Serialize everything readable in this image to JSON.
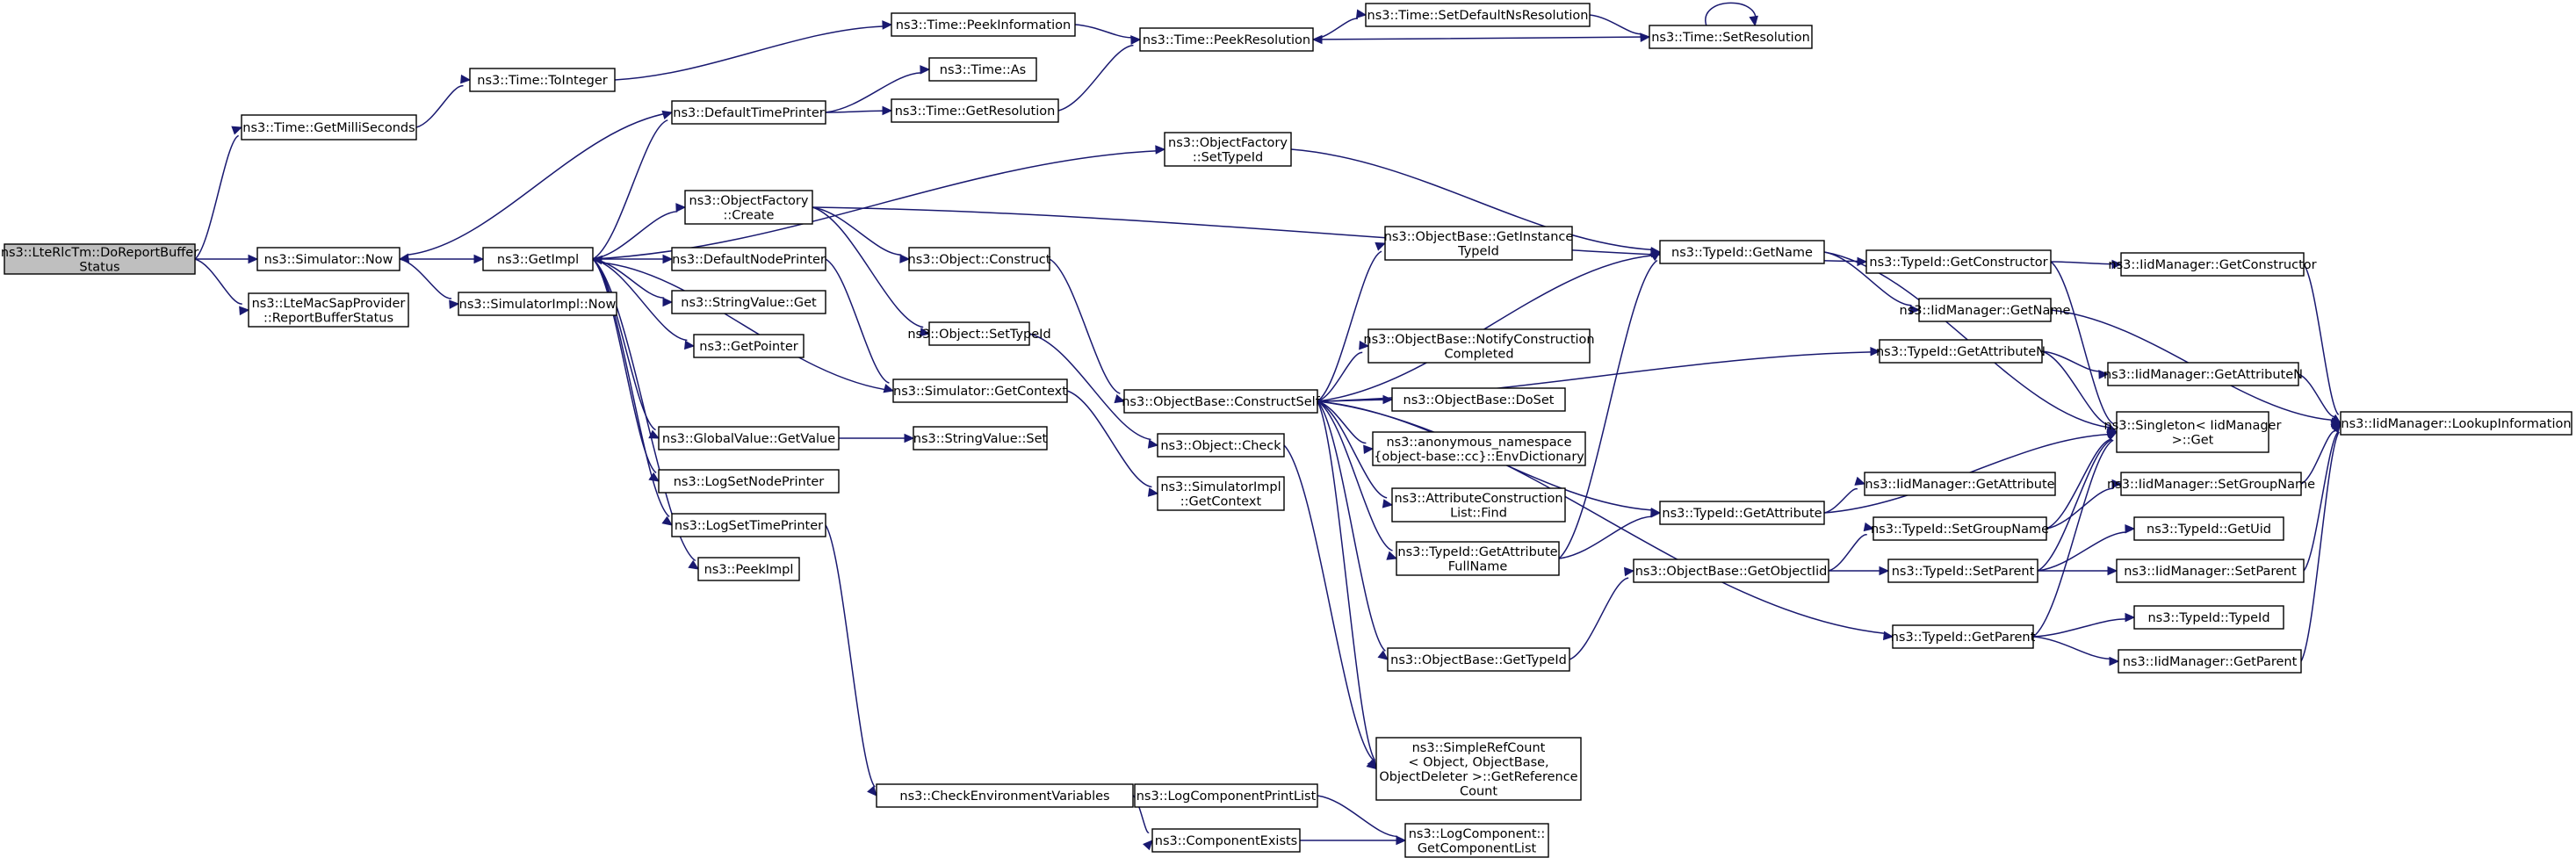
{
  "diagram": {
    "nodes": [
      {
        "id": "root",
        "lines": [
          "ns3::LteRlcTm::DoReportBuffer",
          "Status"
        ]
      },
      {
        "id": "getms",
        "lines": [
          "ns3::Time::GetMilliSeconds"
        ]
      },
      {
        "id": "now",
        "lines": [
          "ns3::Simulator::Now"
        ]
      },
      {
        "id": "reportbuf",
        "lines": [
          "ns3::LteMacSapProvider",
          "::ReportBufferStatus"
        ]
      },
      {
        "id": "toint",
        "lines": [
          "ns3::Time::ToInteger"
        ]
      },
      {
        "id": "peekinfo",
        "lines": [
          "ns3::Time::PeekInformation"
        ]
      },
      {
        "id": "peekres",
        "lines": [
          "ns3::Time::PeekResolution"
        ]
      },
      {
        "id": "setdef",
        "lines": [
          "ns3::Time::SetDefaultNsResolution"
        ]
      },
      {
        "id": "setres",
        "lines": [
          "ns3::Time::SetResolution"
        ]
      },
      {
        "id": "as",
        "lines": [
          "ns3::Time::As"
        ]
      },
      {
        "id": "dtp",
        "lines": [
          "ns3::DefaultTimePrinter"
        ]
      },
      {
        "id": "getres",
        "lines": [
          "ns3::Time::GetResolution"
        ]
      },
      {
        "id": "getimpl",
        "lines": [
          "ns3::GetImpl"
        ]
      },
      {
        "id": "simimplnow",
        "lines": [
          "ns3::SimulatorImpl::Now"
        ]
      },
      {
        "id": "ofcreate",
        "lines": [
          "ns3::ObjectFactory",
          "::Create"
        ]
      },
      {
        "id": "ofsettid",
        "lines": [
          "ns3::ObjectFactory",
          "::SetTypeId"
        ]
      },
      {
        "id": "dnp",
        "lines": [
          "ns3::DefaultNodePrinter"
        ]
      },
      {
        "id": "svget",
        "lines": [
          "ns3::StringValue::Get"
        ]
      },
      {
        "id": "getptr",
        "lines": [
          "ns3::GetPointer"
        ]
      },
      {
        "id": "simgetctx",
        "lines": [
          "ns3::Simulator::GetContext"
        ]
      },
      {
        "id": "gvget",
        "lines": [
          "ns3::GlobalValue::GetValue"
        ]
      },
      {
        "id": "svset",
        "lines": [
          "ns3::StringValue::Set"
        ]
      },
      {
        "id": "lsnp",
        "lines": [
          "ns3::LogSetNodePrinter"
        ]
      },
      {
        "id": "lstp",
        "lines": [
          "ns3::LogSetTimePrinter"
        ]
      },
      {
        "id": "peekimpl",
        "lines": [
          "ns3::PeekImpl"
        ]
      },
      {
        "id": "objconstruct",
        "lines": [
          "ns3::Object::Construct"
        ]
      },
      {
        "id": "objsettid",
        "lines": [
          "ns3::Object::SetTypeId"
        ]
      },
      {
        "id": "obconstructself",
        "lines": [
          "ns3::ObjectBase::ConstructSelf"
        ]
      },
      {
        "id": "objcheck",
        "lines": [
          "ns3::Object::Check"
        ]
      },
      {
        "id": "simimplgetctx",
        "lines": [
          "ns3::SimulatorImpl",
          "::GetContext"
        ]
      },
      {
        "id": "obgetinst",
        "lines": [
          "ns3::ObjectBase::GetInstance",
          "TypeId"
        ]
      },
      {
        "id": "obnotify",
        "lines": [
          "ns3::ObjectBase::NotifyConstruction",
          "Completed"
        ]
      },
      {
        "id": "obdoset",
        "lines": [
          "ns3::ObjectBase::DoSet"
        ]
      },
      {
        "id": "anonenv",
        "lines": [
          "ns3::anonymous_namespace",
          "{object-base::cc}::EnvDictionary"
        ]
      },
      {
        "id": "acfind",
        "lines": [
          "ns3::AttributeConstruction",
          "List::Find"
        ]
      },
      {
        "id": "tidgetattrfull",
        "lines": [
          "ns3::TypeId::GetAttribute",
          "FullName"
        ]
      },
      {
        "id": "obgettid",
        "lines": [
          "ns3::ObjectBase::GetTypeId"
        ]
      },
      {
        "id": "simplerefcount",
        "lines": [
          "ns3::SimpleRefCount",
          "< Object, ObjectBase,",
          "ObjectDeleter >::GetReference",
          "Count"
        ]
      },
      {
        "id": "cev",
        "lines": [
          "ns3::CheckEnvironmentVariables"
        ]
      },
      {
        "id": "lcpl",
        "lines": [
          "ns3::LogComponentPrintList"
        ]
      },
      {
        "id": "compexists",
        "lines": [
          "ns3::ComponentExists"
        ]
      },
      {
        "id": "lcgcl",
        "lines": [
          "ns3::LogComponent::",
          "GetComponentList"
        ]
      },
      {
        "id": "tidgetname",
        "lines": [
          "ns3::TypeId::GetName"
        ]
      },
      {
        "id": "tidgetattr",
        "lines": [
          "ns3::TypeId::GetAttribute"
        ]
      },
      {
        "id": "obgetobjtid",
        "lines": [
          "ns3::ObjectBase::GetObjectIid"
        ]
      },
      {
        "id": "tidgetctor",
        "lines": [
          "ns3::TypeId::GetConstructor"
        ]
      },
      {
        "id": "iidgetname",
        "lines": [
          "ns3::IidManager::GetName"
        ]
      },
      {
        "id": "tidgetattrn",
        "lines": [
          "ns3::TypeId::GetAttributeN"
        ]
      },
      {
        "id": "iidgetattr",
        "lines": [
          "ns3::IidManager::GetAttribute"
        ]
      },
      {
        "id": "tidsetgn",
        "lines": [
          "ns3::TypeId::SetGroupName"
        ]
      },
      {
        "id": "tidsetparent",
        "lines": [
          "ns3::TypeId::SetParent"
        ]
      },
      {
        "id": "tidgetparent",
        "lines": [
          "ns3::TypeId::GetParent"
        ]
      },
      {
        "id": "singleton",
        "lines": [
          "ns3::Singleton< IidManager",
          ">::Get"
        ]
      },
      {
        "id": "iidgetctor",
        "lines": [
          "ns3::IidManager::GetConstructor"
        ]
      },
      {
        "id": "iidgetattrn",
        "lines": [
          "ns3::IidManager::GetAttributeN"
        ]
      },
      {
        "id": "iidsetgn",
        "lines": [
          "ns3::IidManager::SetGroupName"
        ]
      },
      {
        "id": "tidgetuid",
        "lines": [
          "ns3::TypeId::GetUid"
        ]
      },
      {
        "id": "iidsetparent",
        "lines": [
          "ns3::IidManager::SetParent"
        ]
      },
      {
        "id": "tidtypeid",
        "lines": [
          "ns3::TypeId::TypeId"
        ]
      },
      {
        "id": "iidgetparent",
        "lines": [
          "ns3::IidManager::GetParent"
        ]
      },
      {
        "id": "iidlookup",
        "lines": [
          "ns3::IidManager::LookupInformation"
        ]
      }
    ],
    "edges": [
      [
        "root",
        "getms"
      ],
      [
        "root",
        "now"
      ],
      [
        "root",
        "reportbuf"
      ],
      [
        "getms",
        "toint"
      ],
      [
        "toint",
        "peekinfo"
      ],
      [
        "peekinfo",
        "peekres"
      ],
      [
        "peekres",
        "setdef"
      ],
      [
        "setdef",
        "setres"
      ],
      [
        "setres",
        "setres"
      ],
      [
        "setres",
        "peekres"
      ],
      [
        "now",
        "getimpl"
      ],
      [
        "now",
        "simimplnow"
      ],
      [
        "getimpl",
        "dtp"
      ],
      [
        "getimpl",
        "ofcreate"
      ],
      [
        "getimpl",
        "ofsettid"
      ],
      [
        "getimpl",
        "dnp"
      ],
      [
        "getimpl",
        "svget"
      ],
      [
        "getimpl",
        "getptr"
      ],
      [
        "getimpl",
        "gvget"
      ],
      [
        "getimpl",
        "lsnp"
      ],
      [
        "getimpl",
        "lstp"
      ],
      [
        "getimpl",
        "peekimpl"
      ],
      [
        "dtp",
        "now"
      ],
      [
        "dtp",
        "as"
      ],
      [
        "dtp",
        "getres"
      ],
      [
        "getres",
        "peekres"
      ],
      [
        "dnp",
        "simgetctx"
      ],
      [
        "simgetctx",
        "getimpl"
      ],
      [
        "simgetctx",
        "simimplgetctx"
      ],
      [
        "gvget",
        "svset"
      ],
      [
        "lstp",
        "cev"
      ],
      [
        "ofcreate",
        "objconstruct"
      ],
      [
        "ofcreate",
        "objsettid"
      ],
      [
        "ofcreate",
        "tidgetctor"
      ],
      [
        "ofsettid",
        "tidgetname"
      ],
      [
        "objconstruct",
        "obconstructself"
      ],
      [
        "objsettid",
        "objcheck"
      ],
      [
        "obconstructself",
        "obgetinst"
      ],
      [
        "obconstructself",
        "obnotify"
      ],
      [
        "obconstructself",
        "obdoset"
      ],
      [
        "obconstructself",
        "anonenv"
      ],
      [
        "obconstructself",
        "acfind"
      ],
      [
        "obconstructself",
        "tidgetattrfull"
      ],
      [
        "obconstructself",
        "obgettid"
      ],
      [
        "obconstructself",
        "simplerefcount"
      ],
      [
        "obconstructself",
        "tidgetname"
      ],
      [
        "obconstructself",
        "tidgetattrn"
      ],
      [
        "obconstructself",
        "tidgetattr"
      ],
      [
        "obconstructself",
        "tidgetparent"
      ],
      [
        "objcheck",
        "simplerefcount"
      ],
      [
        "tidgetattrfull",
        "tidgetname"
      ],
      [
        "tidgetattrfull",
        "tidgetattr"
      ],
      [
        "obgettid",
        "obgetobjtid"
      ],
      [
        "obgetobjtid",
        "tidsetgn"
      ],
      [
        "obgetobjtid",
        "tidsetparent"
      ],
      [
        "tidgetname",
        "iidgetname"
      ],
      [
        "tidgetname",
        "singleton"
      ],
      [
        "tidgetctor",
        "iidgetctor"
      ],
      [
        "tidgetctor",
        "singleton"
      ],
      [
        "iidgetname",
        "iidlookup"
      ],
      [
        "iidgetctor",
        "iidlookup"
      ],
      [
        "tidgetattrn",
        "iidgetattrn"
      ],
      [
        "tidgetattrn",
        "singleton"
      ],
      [
        "iidgetattrn",
        "iidlookup"
      ],
      [
        "tidgetattr",
        "iidgetattr"
      ],
      [
        "tidgetattr",
        "singleton"
      ],
      [
        "tidsetgn",
        "iidsetgn"
      ],
      [
        "tidsetgn",
        "singleton"
      ],
      [
        "iidsetgn",
        "iidlookup"
      ],
      [
        "tidsetparent",
        "tidgetuid"
      ],
      [
        "tidsetparent",
        "iidsetparent"
      ],
      [
        "tidsetparent",
        "singleton"
      ],
      [
        "iidsetparent",
        "iidlookup"
      ],
      [
        "tidgetparent",
        "tidtypeid"
      ],
      [
        "tidgetparent",
        "iidgetparent"
      ],
      [
        "tidgetparent",
        "singleton"
      ],
      [
        "iidgetparent",
        "iidlookup"
      ],
      [
        "cev",
        "lcpl"
      ],
      [
        "cev",
        "compexists"
      ],
      [
        "lcpl",
        "lcgcl"
      ],
      [
        "compexists",
        "lcgcl"
      ]
    ]
  }
}
